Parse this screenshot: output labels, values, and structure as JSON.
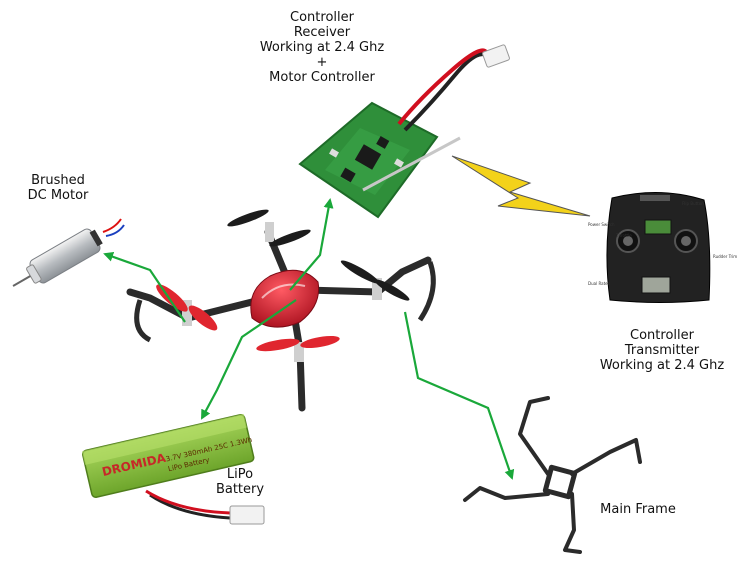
{
  "labels": {
    "receiver": [
      "Controller",
      "Receiver",
      "Working at 2.4 Ghz",
      "+",
      "Motor Controller"
    ],
    "motor": [
      "Brushed",
      "DC Motor"
    ],
    "transmitter": [
      "Controller",
      "Transmitter",
      "Working at 2.4 Ghz"
    ],
    "battery": [
      "LiPo",
      "Battery"
    ],
    "frame": [
      "Main Frame"
    ]
  },
  "battery_print": {
    "brand": "DROMIDA",
    "spec": "3.7V 380mAh 25C 1.3Wh",
    "type": "LiPo Battery"
  },
  "colors": {
    "arrow": "#1aa83a",
    "pcb": "#2f8f3a",
    "frame": "#2b2b2b",
    "canopy": "#d9182b",
    "rotor": "#e0262f",
    "bolt": "#f3d21a",
    "battery": "#8cc63f",
    "transmitter": "#222222"
  }
}
